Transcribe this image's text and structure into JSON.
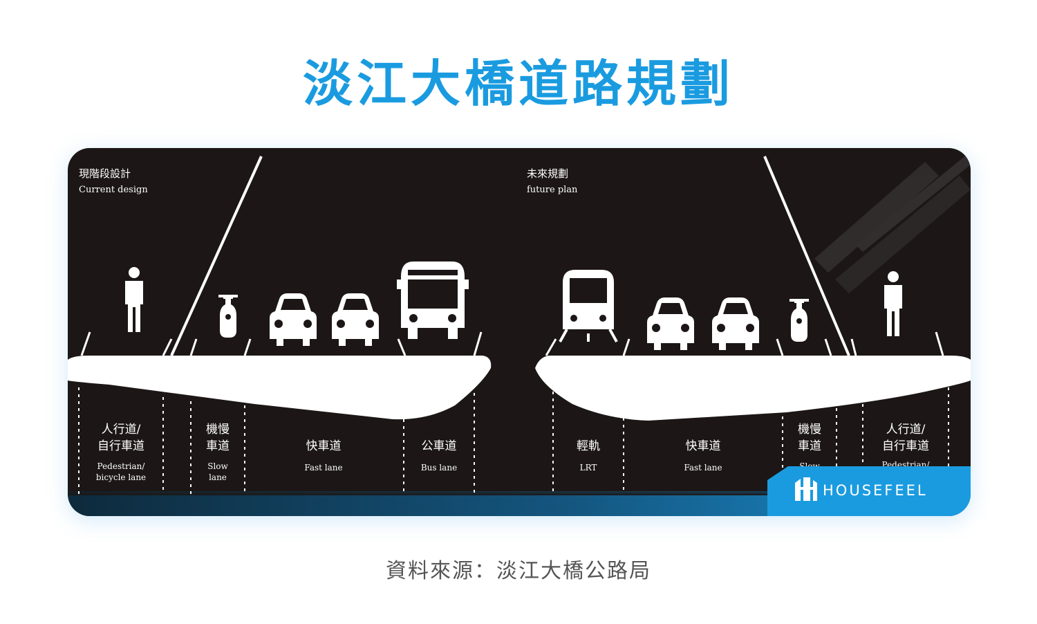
{
  "title": "淡江大橋道路規劃",
  "current": {
    "heading_zh": "現階段設計",
    "heading_en": "Current design",
    "lanes": [
      {
        "zh": [
          "人行道/",
          "自行車道"
        ],
        "en": [
          "Pedestrian/",
          "bicycle lane"
        ]
      },
      {
        "zh": [
          "機慢",
          "車道"
        ],
        "en": [
          "Slow",
          "lane"
        ]
      },
      {
        "zh": [
          "快車道"
        ],
        "en": [
          "Fast lane"
        ]
      },
      {
        "zh": [
          "公車道"
        ],
        "en": [
          "Bus lane"
        ]
      }
    ]
  },
  "future": {
    "heading_zh": "未來規劃",
    "heading_en": "future plan",
    "lanes": [
      {
        "zh": [
          "輕軌"
        ],
        "en": [
          "LRT"
        ]
      },
      {
        "zh": [
          "快車道"
        ],
        "en": [
          "Fast lane"
        ]
      },
      {
        "zh": [
          "機慢",
          "車道"
        ],
        "en": [
          "Slow"
        ]
      },
      {
        "zh": [
          "人行道/",
          "自行車道"
        ],
        "en": [
          "Pedestrian/"
        ]
      }
    ]
  },
  "brand": "HOUSEFEEL",
  "source": "資料來源：淡江大橋公路局",
  "colors": {
    "title": "#1a9be0",
    "panel_bg": "#1c1716",
    "brand_bar": "#1a9be0",
    "ink": "#ffffff"
  }
}
